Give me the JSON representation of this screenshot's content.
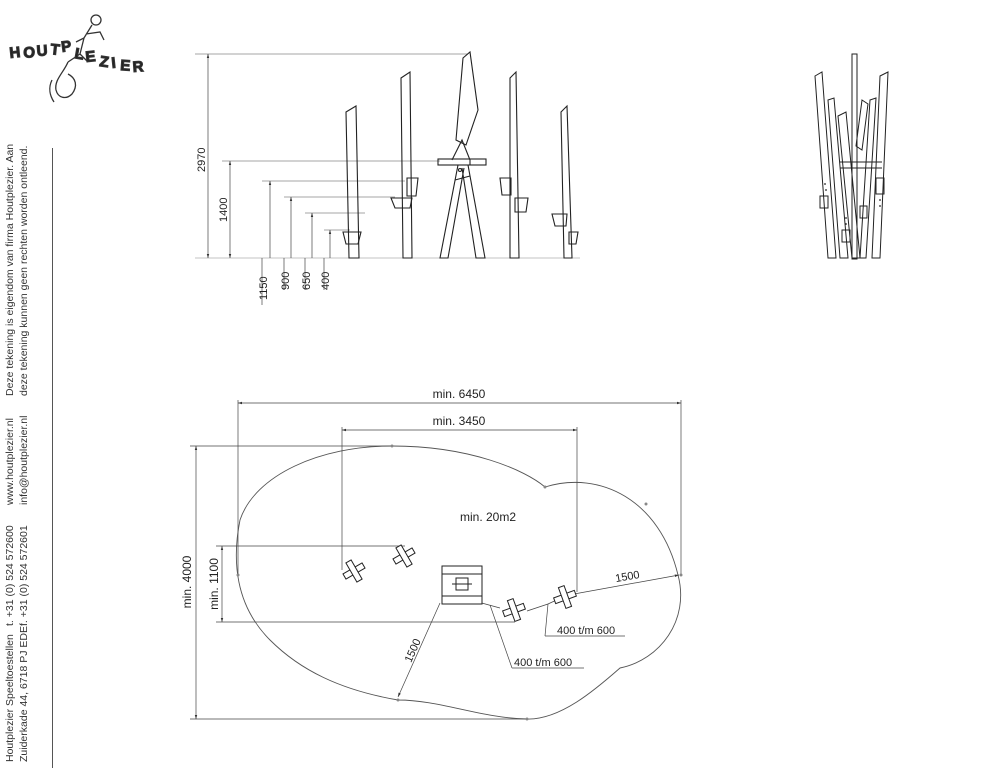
{
  "brand": {
    "logo_text": "HOUTPLEZIER"
  },
  "sidebar": {
    "company_line1": "Houtplezier Speeltoestellen",
    "company_line2": "Zuiderkade 44, 6718 PJ EDE",
    "phone_line": "t. +31 (0) 524 572600",
    "fax_line": "f. +31 (0) 524 572601",
    "web_line": "www.houtplezier.nl",
    "email_line": "info@houtplezier.nl",
    "notice_line1": "Deze tekening is eigendom van firma Houtplezier. Aan",
    "notice_line2": "deze tekening kunnen geen rechten worden ontleend."
  },
  "elevation": {
    "dims": {
      "total_height": "2970",
      "platform_height": "1400",
      "step1": "1150",
      "step2": "900",
      "step3": "650",
      "step4": "400"
    }
  },
  "plan": {
    "min_length_outer": "min. 6450",
    "min_length_inner": "min. 3450",
    "min_width_outer": "min. 4000",
    "min_width_inner": "min. 1100",
    "area": "min. 20m2",
    "clearance_right": "1500",
    "clearance_bottom": "1500",
    "spacing_label_1": "400 t/m 600",
    "spacing_label_2": "400 t/m 600"
  }
}
